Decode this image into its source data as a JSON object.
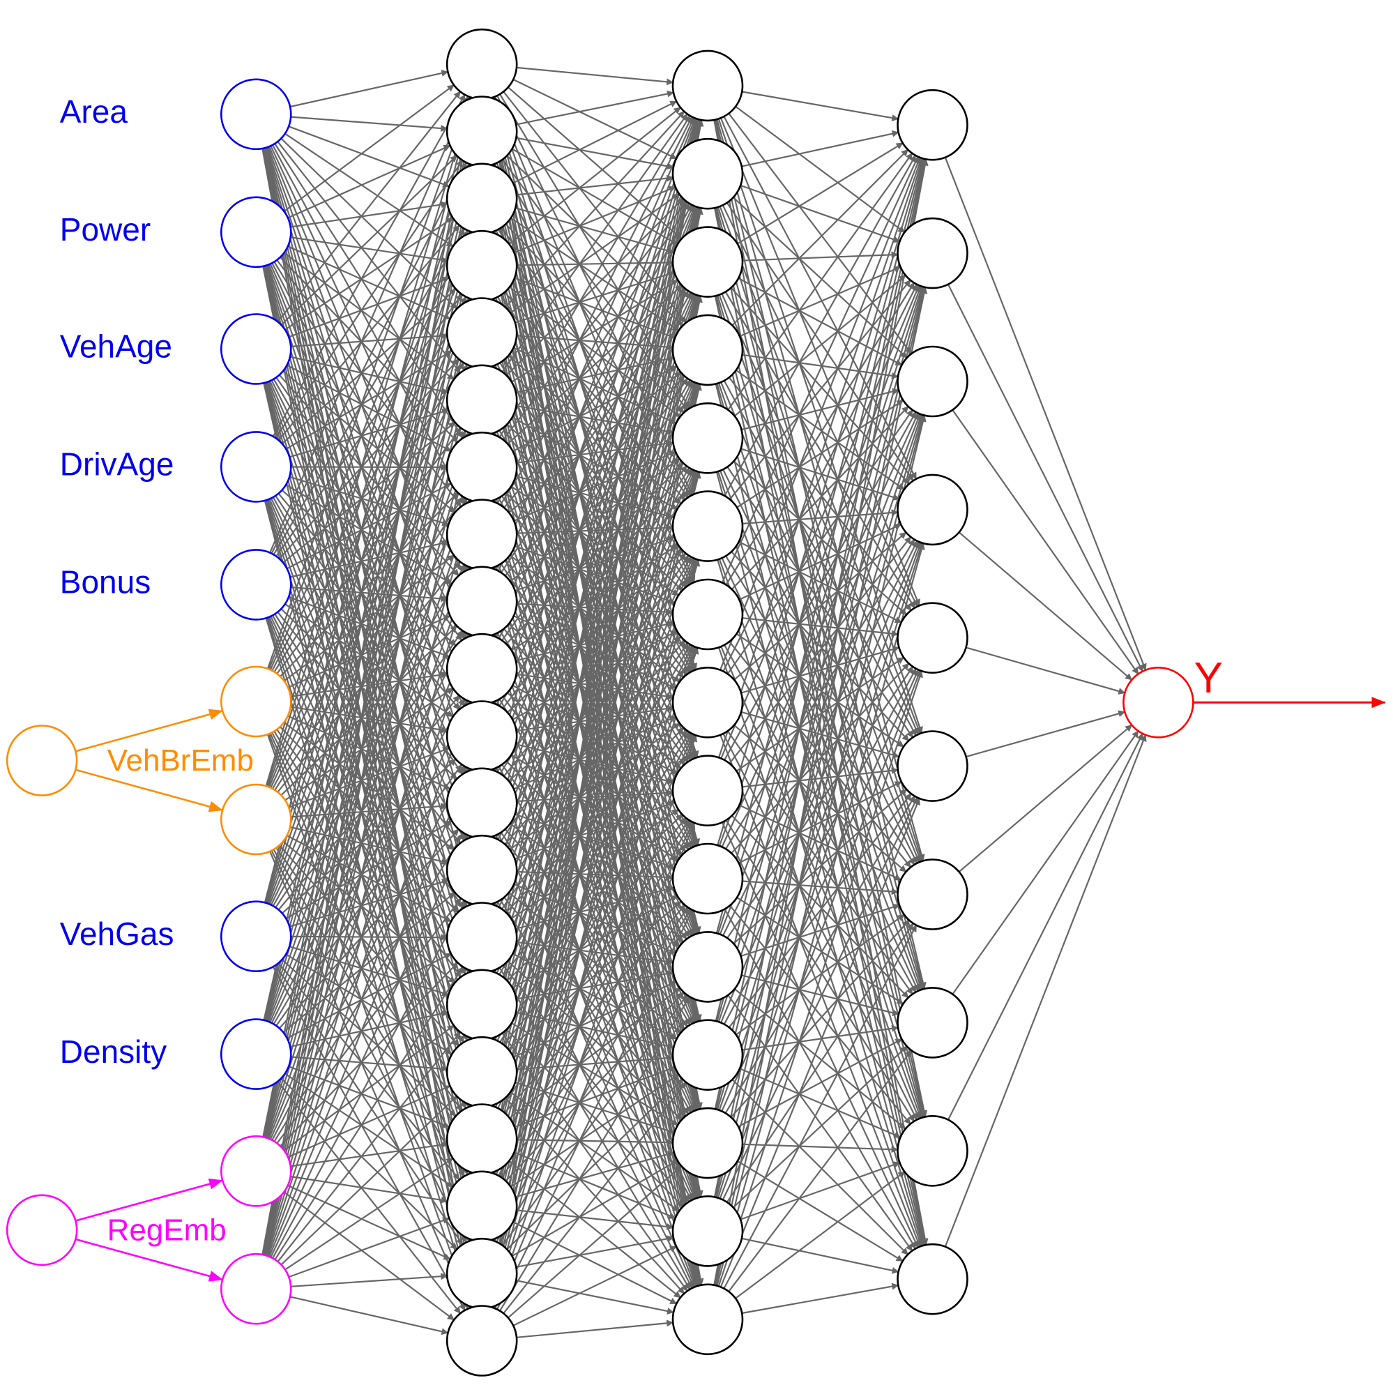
{
  "inputs": [
    {
      "label": "Area",
      "group": "numeric"
    },
    {
      "label": "Power",
      "group": "numeric"
    },
    {
      "label": "VehAge",
      "group": "numeric"
    },
    {
      "label": "DrivAge",
      "group": "numeric"
    },
    {
      "label": "Bonus",
      "group": "numeric"
    },
    {
      "label": "",
      "group": "vehbr"
    },
    {
      "label": "",
      "group": "vehbr"
    },
    {
      "label": "VehGas",
      "group": "numeric"
    },
    {
      "label": "Density",
      "group": "numeric"
    },
    {
      "label": "",
      "group": "reg"
    },
    {
      "label": "",
      "group": "reg"
    }
  ],
  "embeddings": [
    {
      "label": "VehBrEmb",
      "group": "vehbr",
      "targets": [
        5,
        6
      ]
    },
    {
      "label": "RegEmb",
      "group": "reg",
      "targets": [
        9,
        10
      ]
    }
  ],
  "hidden_layers": [
    20,
    15,
    10
  ],
  "output": {
    "label": "Y"
  },
  "colors": {
    "numeric": "#0000ee",
    "vehbr": "#ff8c00",
    "reg": "#ff00ff",
    "output": "#ff0000",
    "edge": "#666666",
    "node_stroke": "#000000"
  }
}
